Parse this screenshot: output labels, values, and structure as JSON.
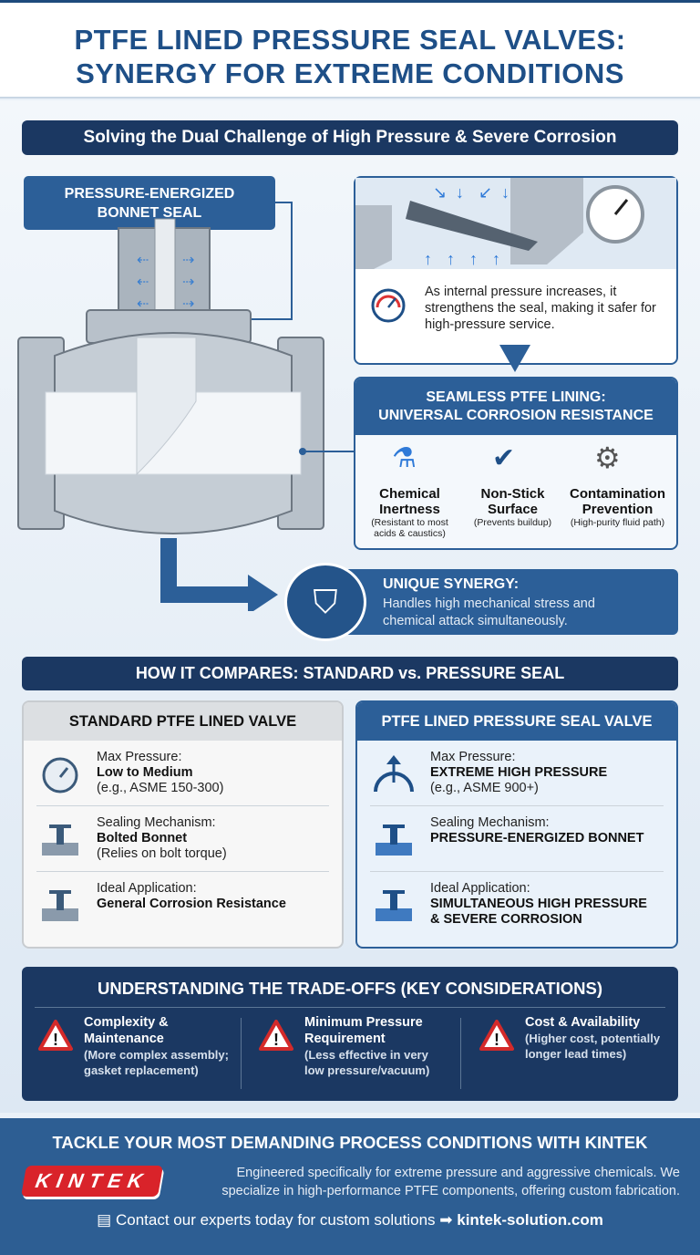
{
  "title": {
    "line1": "PTFE LINED PRESSURE SEAL VALVES:",
    "line2": "SYNERGY FOR EXTREME CONDITIONS"
  },
  "banner": "Solving the Dual Challenge of High Pressure & Severe Corrosion",
  "bonnet_label": {
    "line1": "PRESSURE-ENERGIZED",
    "line2": "BONNET SEAL"
  },
  "pressure_panel": {
    "text": "As internal pressure increases, it strengthens the seal, making it safer for high-pressure service."
  },
  "lining": {
    "header_line1": "SEAMLESS PTFE LINING:",
    "header_line2": "UNIVERSAL CORROSION RESISTANCE",
    "features": [
      {
        "icon": "flask-icon",
        "title1": "Chemical",
        "title2": "Inertness",
        "desc1": "(Resistant to most",
        "desc2": "acids & caustics)"
      },
      {
        "icon": "non-stick-layers-icon",
        "title1": "Non-Stick",
        "title2": "Surface",
        "desc1": "(Prevents buildup)",
        "desc2": ""
      },
      {
        "icon": "gear-magnifier-icon",
        "title1": "Contamination",
        "title2": "Prevention",
        "desc1": "(High-purity fluid path)",
        "desc2": ""
      }
    ]
  },
  "synergy": {
    "title": "UNIQUE SYNERGY:",
    "text1": "Handles high mechanical stress and",
    "text2": "chemical attack simultaneously."
  },
  "compare": {
    "banner": "HOW IT COMPARES: STANDARD vs. PRESSURE SEAL",
    "standard": {
      "header": "STANDARD PTFE LINED VALVE",
      "rows": [
        {
          "label": "Max Pressure:",
          "value": "Low to Medium",
          "note": "(e.g., ASME 150-300)"
        },
        {
          "label": "Sealing Mechanism:",
          "value": "Bolted Bonnet",
          "note": "(Relies on bolt torque)"
        },
        {
          "label": "Ideal Application:",
          "value": "General Corrosion Resistance",
          "note": ""
        }
      ]
    },
    "pressure_seal": {
      "header": "PTFE LINED PRESSURE SEAL VALVE",
      "rows": [
        {
          "label": "Max Pressure:",
          "value": "EXTREME HIGH PRESSURE",
          "note": "(e.g., ASME 900+)"
        },
        {
          "label": "Sealing Mechanism:",
          "value": "PRESSURE-ENERGIZED BONNET",
          "note": ""
        },
        {
          "label": "Ideal Application:",
          "value": "SIMULTANEOUS HIGH PRESSURE",
          "note": "& SEVERE CORROSION"
        }
      ]
    }
  },
  "tradeoffs": {
    "title": "UNDERSTANDING THE TRADE-OFFS (KEY CONSIDERATIONS)",
    "items": [
      {
        "title1": "Complexity &",
        "title2": "Maintenance",
        "desc1": "(More complex assembly;",
        "desc2": "gasket replacement)"
      },
      {
        "title1": "Minimum Pressure",
        "title2": "Requirement",
        "desc1": "(Less effective in very",
        "desc2": "low pressure/vacuum)"
      },
      {
        "title1": "Cost & Availability",
        "title2": "",
        "desc1": "(Higher cost, potentially",
        "desc2": "longer lead times)"
      }
    ]
  },
  "footer": {
    "headline": "TACKLE YOUR MOST DEMANDING PROCESS CONDITIONS WITH KINTEK",
    "logo": "KINTEK",
    "text1": "Engineered specifically for extreme pressure and aggressive chemicals. We",
    "text2": "specialize in high-performance PTFE components, offering custom fabrication.",
    "contact": "Contact our experts today for custom solutions",
    "link": "kintek-solution.com"
  },
  "colors": {
    "navy": "#1b3862",
    "blue": "#2c5f98",
    "warning": "#d42a2a",
    "logo_red": "#d9232a"
  }
}
